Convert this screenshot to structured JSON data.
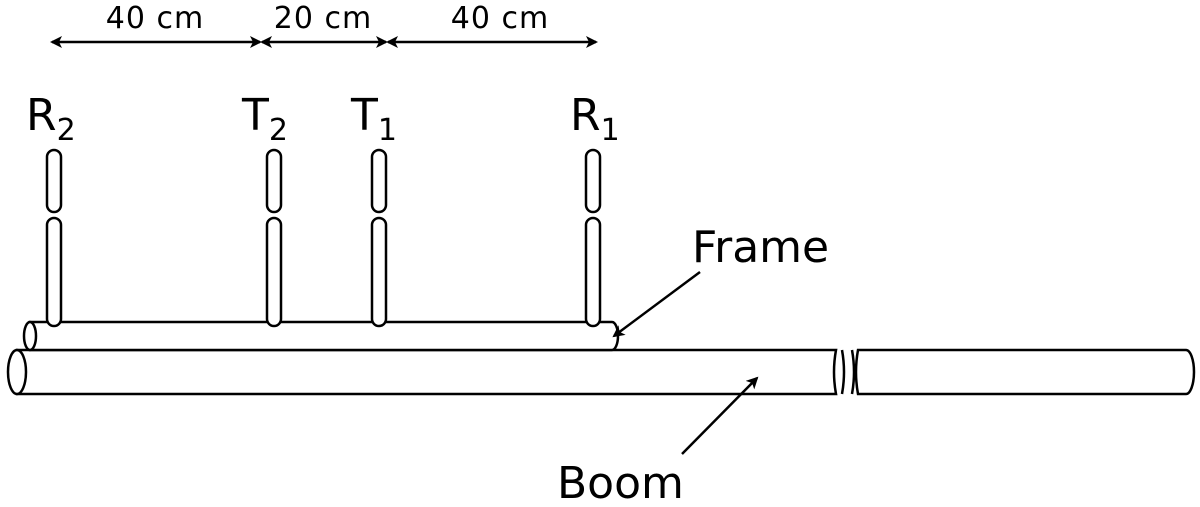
{
  "dimensions": [
    {
      "id": "d1",
      "text": "40 cm"
    },
    {
      "id": "d2",
      "text": "20 cm"
    },
    {
      "id": "d3",
      "text": "40 cm"
    }
  ],
  "antennas": [
    {
      "id": "r2",
      "letter": "R",
      "sub": "2"
    },
    {
      "id": "t2",
      "letter": "T",
      "sub": "2"
    },
    {
      "id": "t1",
      "letter": "T",
      "sub": "1"
    },
    {
      "id": "r1",
      "letter": "R",
      "sub": "1"
    }
  ],
  "labels": {
    "frame": "Frame",
    "boom": "Boom"
  },
  "colors": {
    "line": "#000000",
    "background": "#ffffff"
  }
}
